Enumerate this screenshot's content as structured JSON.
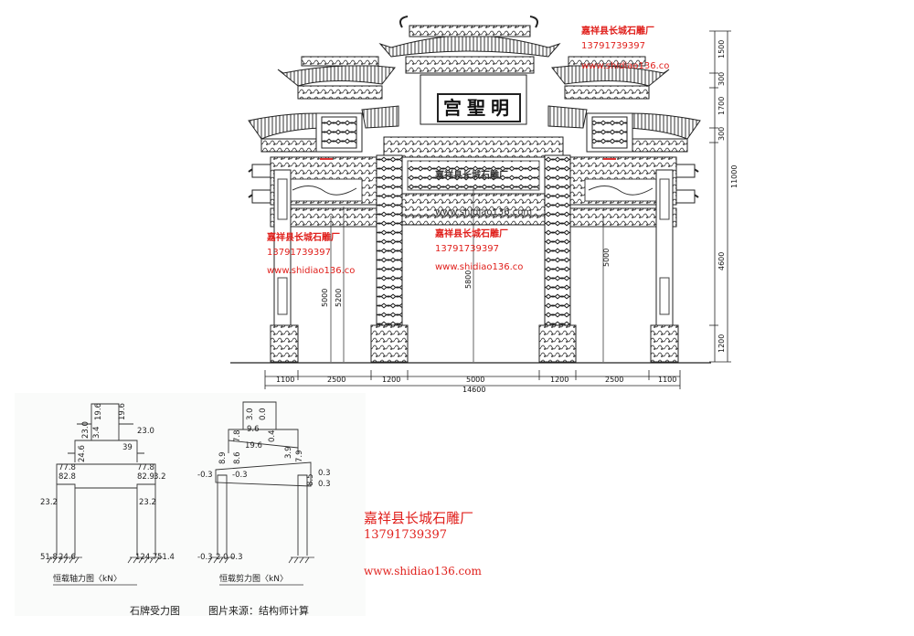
{
  "elevation": {
    "plaque_text": "宫聖明",
    "bottom_dims": [
      "1100",
      "2500",
      "1200",
      "5000",
      "1200",
      "2500",
      "1100"
    ],
    "total_width": "14600",
    "right_dims": [
      "1500",
      "300",
      "1700",
      "300",
      "4600",
      "1200"
    ],
    "right_total": "11000",
    "interior_heights": [
      "5000",
      "5200",
      "5800",
      "5000"
    ]
  },
  "watermarks": {
    "company": "嘉祥县长城石雕厂",
    "phone": "13791739397",
    "url_short": "www.shidiao136.co",
    "url": "www.shidiao136.com",
    "url_top": "www.shidiao136.co"
  },
  "force_diagrams": {
    "axial": {
      "caption": "恒载轴力图〈kN〉",
      "labels": [
        "19.6",
        "19.6",
        "3.4",
        "23.0",
        "23.0",
        "24.6",
        "39",
        "77.8",
        "77.8",
        "82.8",
        "82.9",
        "3.2",
        "23.2",
        "23.2",
        "51.8",
        "24.6",
        "124.7",
        "51.4"
      ]
    },
    "shear": {
      "caption": "恒载剪力图〈kN〉",
      "labels": [
        "3.0",
        "0.0",
        "9.6",
        "7.8",
        "0.4",
        "19.6",
        "8.9",
        "8.6",
        "3.9",
        "7.9",
        "8.5",
        "-0.3",
        "-0.3",
        "0.3",
        "0.3",
        "-0.3",
        "2.0",
        "0.3"
      ]
    }
  },
  "captions": {
    "left": "石牌受力图",
    "right": "图片来源：结构师计算"
  }
}
